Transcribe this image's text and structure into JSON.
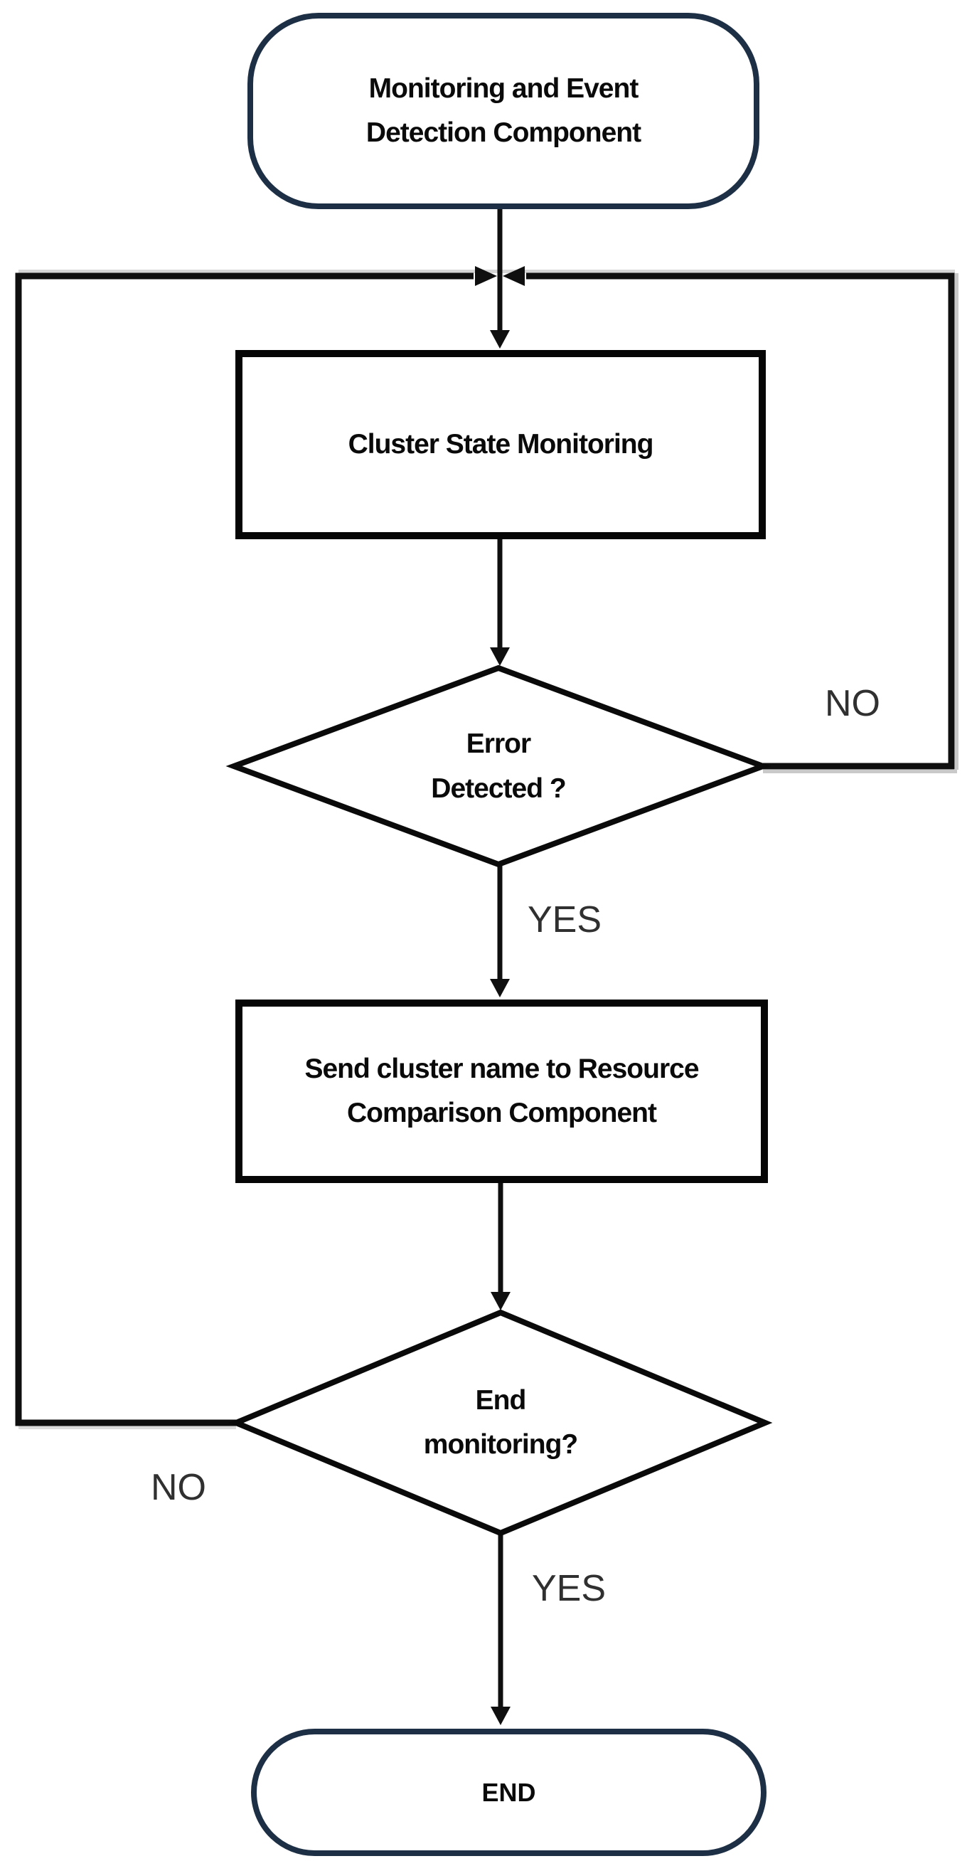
{
  "diagram": {
    "title": "Monitoring and Event Detection Component flowchart",
    "nodes": {
      "start": {
        "type": "terminator",
        "label": "Monitoring and Event\nDetection Component"
      },
      "cluster_state_monitoring": {
        "type": "process",
        "label": "Cluster State Monitoring"
      },
      "error_detected": {
        "type": "decision",
        "label": "Error\nDetected ?"
      },
      "send_cluster_name": {
        "type": "process",
        "label": "Send cluster name to Resource\nComparison Component"
      },
      "end_monitoring": {
        "type": "decision",
        "label": "End\nmonitoring?"
      },
      "end": {
        "type": "terminator",
        "label": "END"
      }
    },
    "edge_labels": {
      "error_detected_no": "NO",
      "error_detected_yes": "YES",
      "end_monitoring_no": "NO",
      "end_monitoring_yes": "YES"
    },
    "colors": {
      "terminator_border": "#1d2f45",
      "process_border": "#060606",
      "connector": "#0f0f0f",
      "edge_label_text": "#303030",
      "shadow": "#cfcfcf",
      "background": "#ffffff"
    }
  }
}
